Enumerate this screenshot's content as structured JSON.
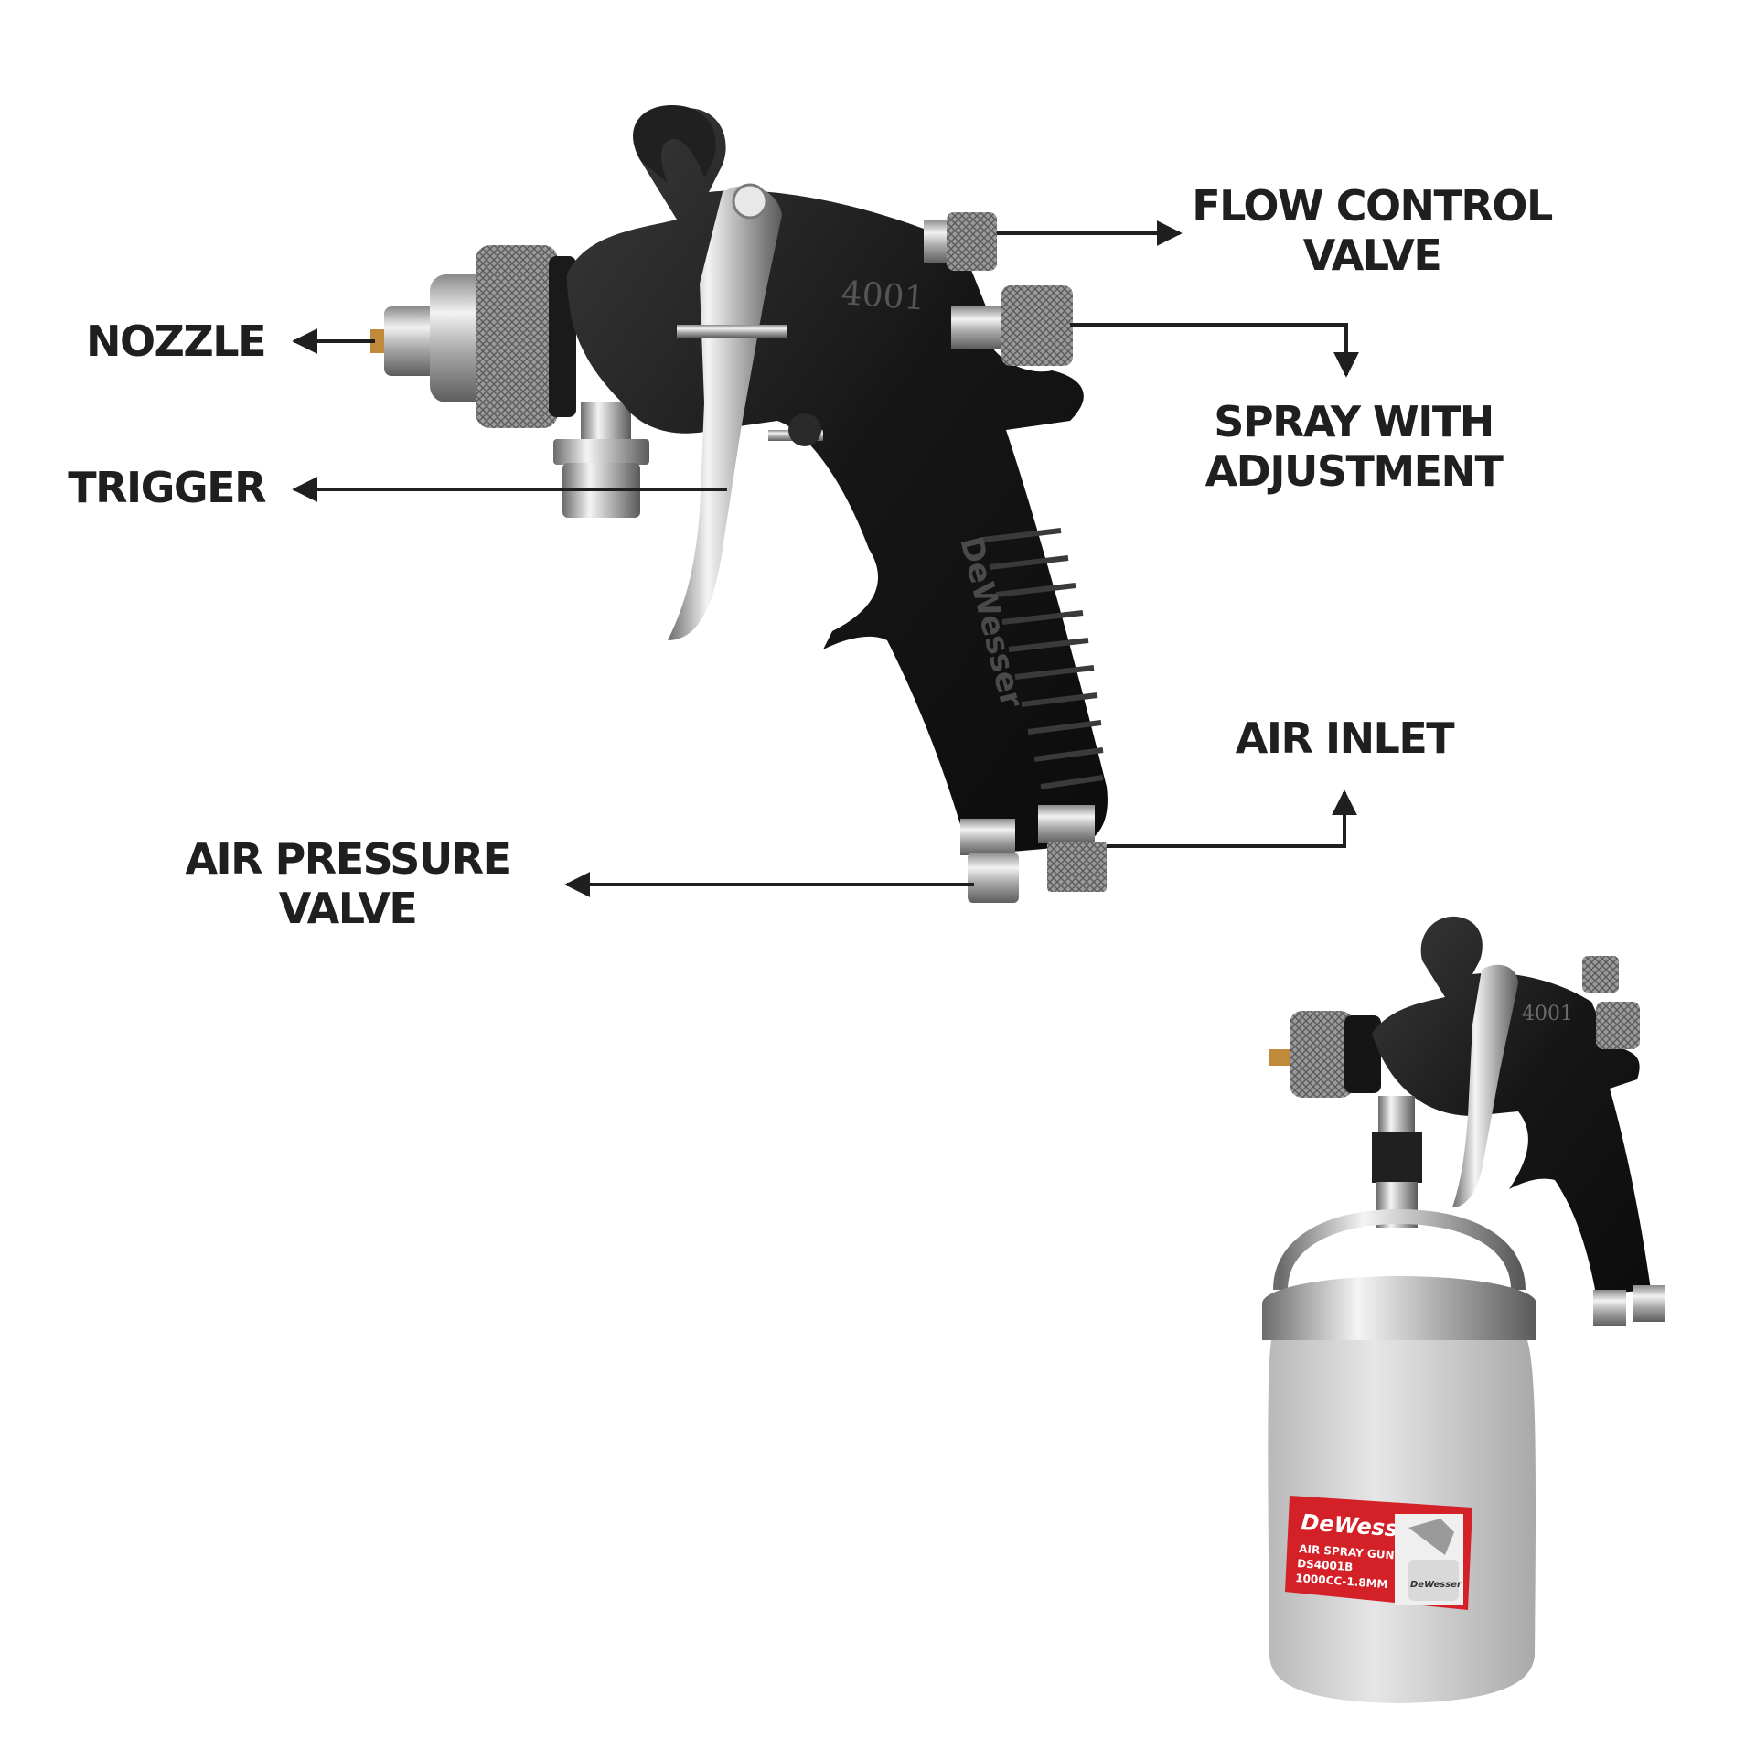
{
  "callouts": {
    "nozzle": "NOZZLE",
    "trigger": "TRIGGER",
    "flow_control": [
      "FLOW CONTROL",
      "VALVE"
    ],
    "spray_adjust": [
      "SPRAY WITH",
      "ADJUSTMENT"
    ],
    "air_inlet": "AIR INLET",
    "air_pressure": [
      "AIR PRESSURE",
      "VALVE"
    ]
  },
  "gun": {
    "model_number": "4001",
    "brand_grip": "DeWesser"
  },
  "cup": {
    "brand": "DeWesser",
    "label_lines": [
      "AIR SPRAY GUN",
      "DS4001B",
      "1000CC-1.8MM"
    ],
    "mini_brand": "DeWesser"
  },
  "colors": {
    "body": "#1a1a1a",
    "chrome": "#c9c9c9",
    "cup": "#d4d4d4",
    "label_red": "#d42027",
    "text": "#1f1f1f"
  }
}
